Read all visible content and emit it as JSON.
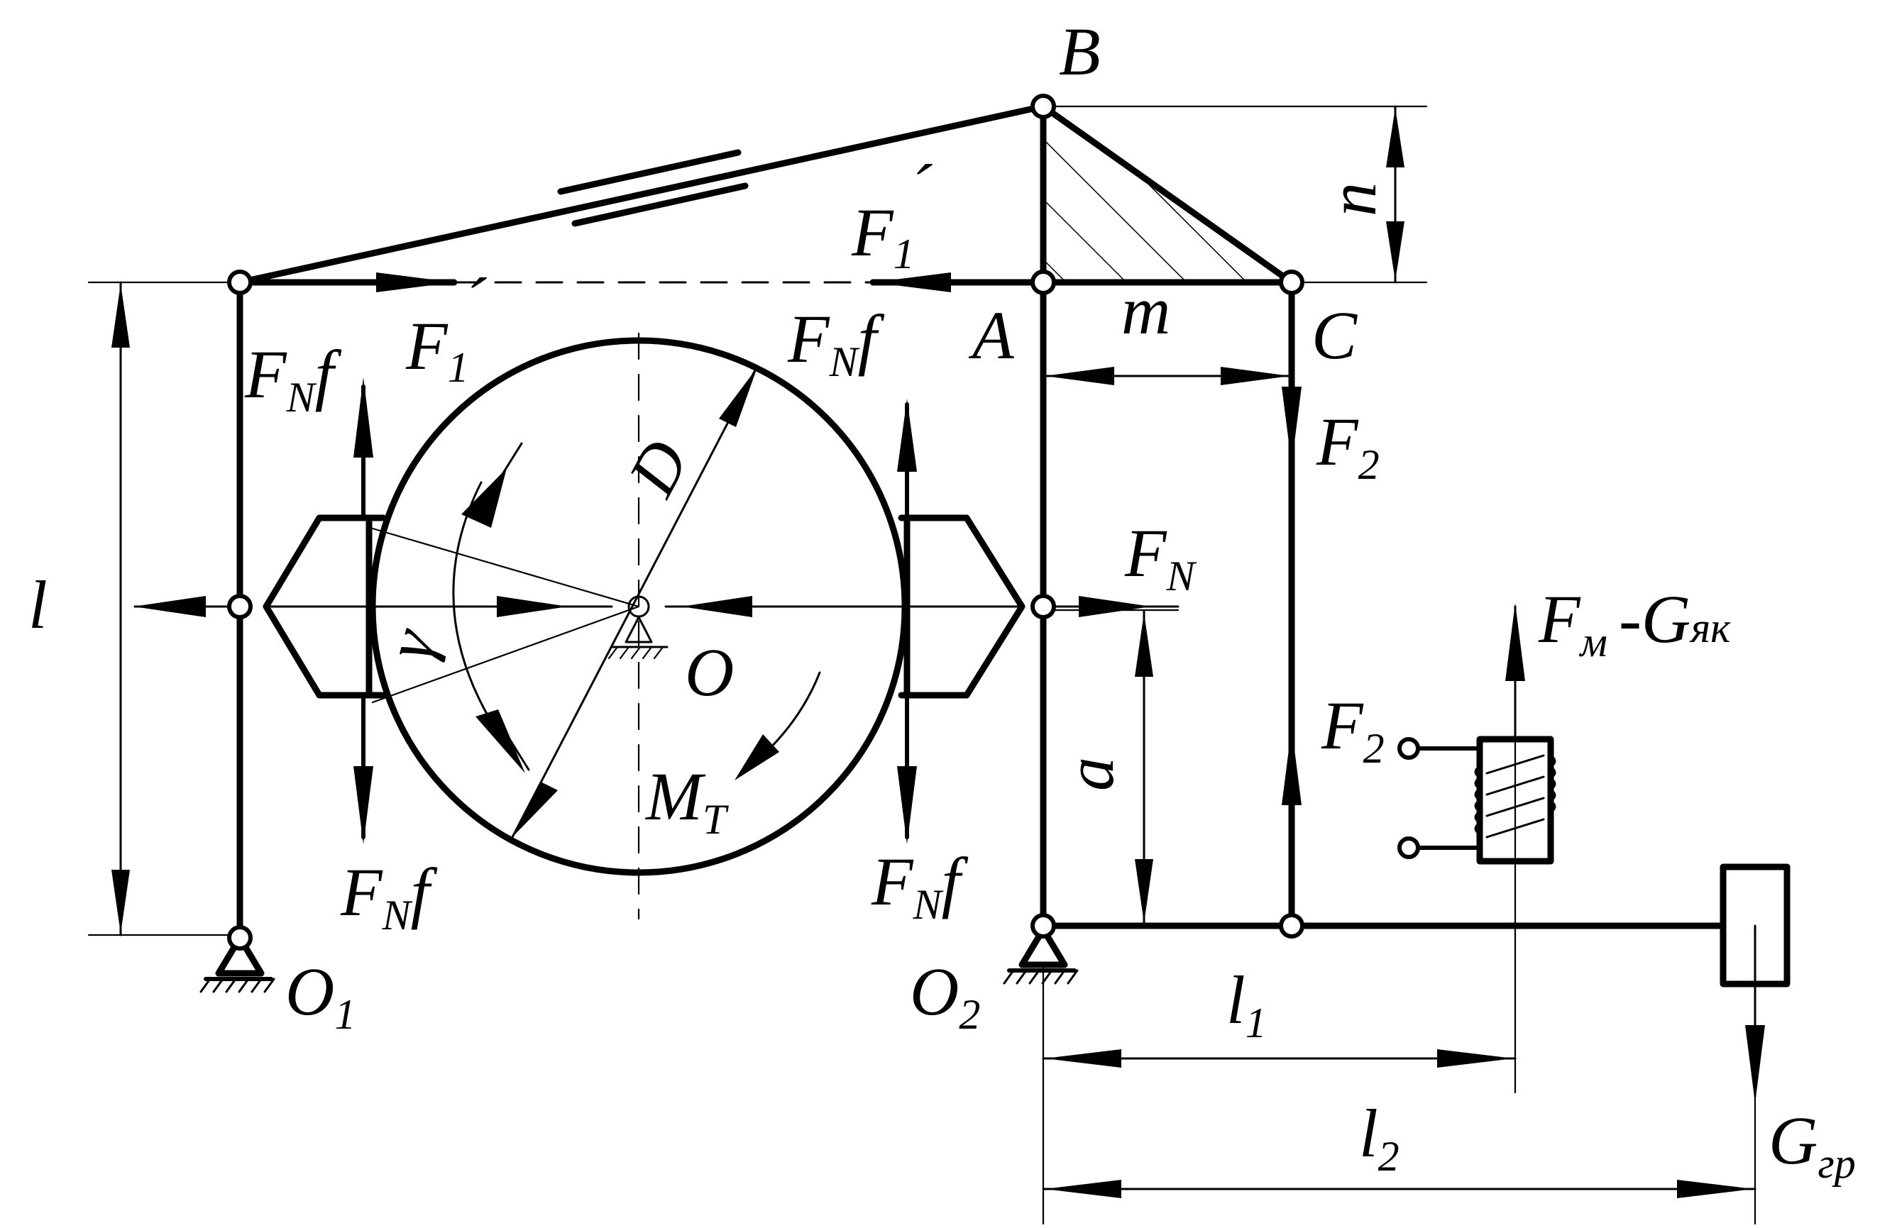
{
  "points": {
    "B": "B",
    "A": "A",
    "C": "C",
    "O": "O",
    "O1_main": "O",
    "O1_sub": "1",
    "O2_main": "O",
    "O2_sub": "2"
  },
  "dimensions": {
    "l": "l",
    "l1_main": "l",
    "l1_sub": "1",
    "l2_main": "l",
    "l2_sub": "2",
    "m": "m",
    "n": "n",
    "a": "a",
    "D": "D",
    "gamma": "γ"
  },
  "forces": {
    "F": "F",
    "N": "N",
    "f": "f",
    "sub1": "1",
    "sub2": "2",
    "prime": "´",
    "M": "M",
    "T": "T",
    "Fm_main": "F",
    "Fm_sub": "м",
    "minus_G": "-G",
    "Gyak_sub": "як",
    "Ggr_main": "G",
    "Ggr_sub": "гр"
  }
}
